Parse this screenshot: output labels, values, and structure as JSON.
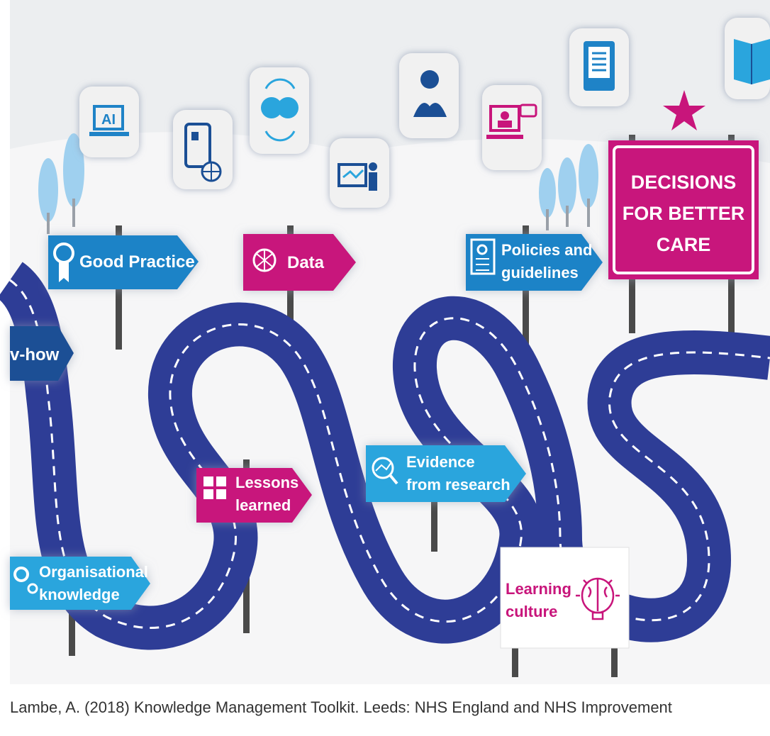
{
  "colors": {
    "road": "#2e3d96",
    "road_dash": "#ffffff",
    "blue_sign": "#1f83c7",
    "dark_blue_sign": "#1b4f95",
    "light_blue_sign": "#2aa5dd",
    "magenta": "#c8157b",
    "tree": "#9fd0ef",
    "background": "#eceef0"
  },
  "signs": {
    "good_practice": "Good Practice",
    "data": "Data",
    "policies_line1": "Policies and",
    "policies_line2": "guidelines",
    "know_how": "v-how",
    "lessons_line1": "Lessons",
    "lessons_line2": "learned",
    "evidence_line1": "Evidence",
    "evidence_line2": "from research",
    "org_line1": "Organisational",
    "org_line2": "knowledge",
    "learning_line1": "Learning",
    "learning_line2": "culture"
  },
  "destination": {
    "line1": "DECISIONS",
    "line2": "FOR BETTER",
    "line3": "CARE"
  },
  "icons": {
    "ai_label": "AI",
    "list": [
      "ai-laptop-icon",
      "tablet-globe-icon",
      "heads-exchange-icon",
      "presentation-icon",
      "reader-icon",
      "video-call-icon",
      "e-reader-icon",
      "book-icon",
      "star-icon"
    ]
  },
  "caption": "Lambe, A. (2018) Knowledge Management Toolkit. Leeds: NHS England and NHS Improvement"
}
